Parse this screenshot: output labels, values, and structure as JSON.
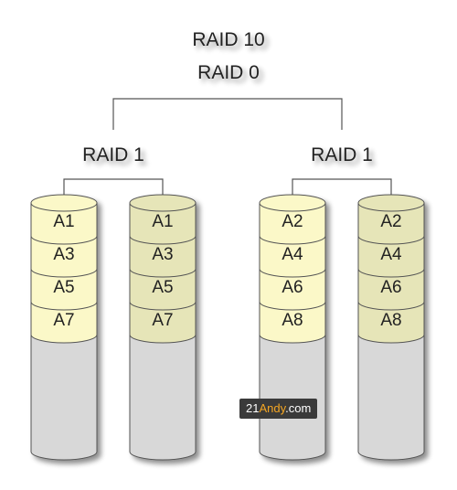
{
  "title": {
    "line1": "RAID 10",
    "line2": "RAID 0"
  },
  "groups": [
    {
      "label": "RAID 1",
      "disks": [
        {
          "blocks": [
            "A1",
            "A3",
            "A5",
            "A7"
          ],
          "shade": "light"
        },
        {
          "blocks": [
            "A1",
            "A3",
            "A5",
            "A7"
          ],
          "shade": "dark"
        }
      ]
    },
    {
      "label": "RAID 1",
      "disks": [
        {
          "blocks": [
            "A2",
            "A4",
            "A6",
            "A8"
          ],
          "shade": "light"
        },
        {
          "blocks": [
            "A2",
            "A4",
            "A6",
            "A8"
          ],
          "shade": "dark"
        }
      ]
    }
  ],
  "watermark": {
    "prefix": "21",
    "accent": "Andy",
    "suffix": ".com"
  },
  "colors": {
    "light_block": "#fbf8c8",
    "dark_block": "#e6e5b8",
    "disk_body": "#d8d8d8",
    "line": "#555555",
    "watermark_accent": "#f5a623"
  }
}
